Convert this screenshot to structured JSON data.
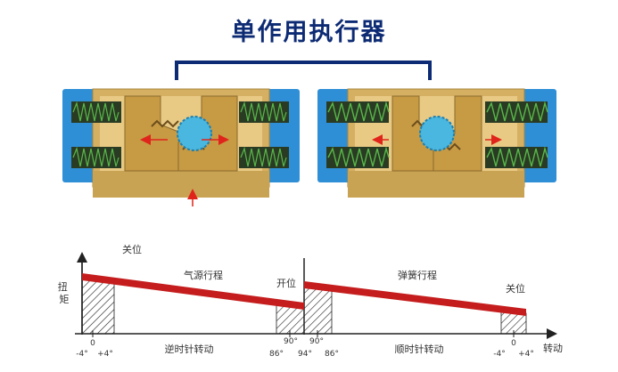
{
  "title": "单作用执行器",
  "colors": {
    "title": "#0d2b74",
    "brass": "#d5b063",
    "brass_dark": "#a98338",
    "end_cap": "#2f8fd6",
    "spring_dark": "#2a3b23",
    "spring_green": "#58b84a",
    "pinion": "#49b7e0",
    "arrow": "#e0241b",
    "stroke_band": "#c51d1d"
  },
  "graph": {
    "y_axis_label": "扭矩",
    "x_axis_label": "转动",
    "labels": {
      "closed_start": "关位",
      "air_stroke": "气源行程",
      "open": "开位",
      "spring_stroke": "弹簧行程",
      "closed_end": "关位",
      "ccw": "逆时针转动",
      "cw": "顺时针转动"
    },
    "ticks_top": [
      "0",
      "90°",
      "90°",
      "0"
    ],
    "ticks_bottom": [
      "-4°",
      "+4°",
      "86°",
      "94°",
      "86°",
      "-4°",
      "+4°"
    ]
  }
}
